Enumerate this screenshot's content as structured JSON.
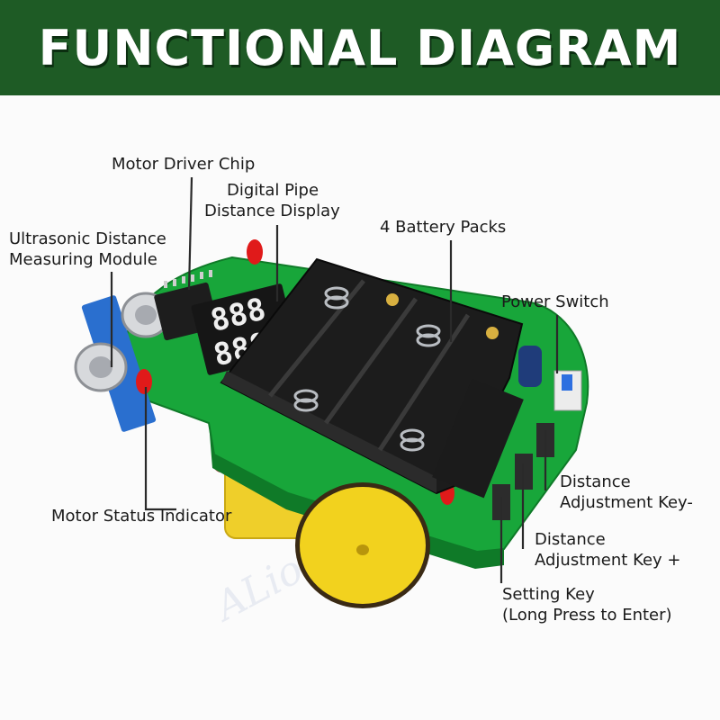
{
  "header": {
    "title": "FUNCTIONAL DIAGRAM"
  },
  "watermark": {
    "text": "ALio...tech store"
  },
  "labels": {
    "motor_driver_chip": "Motor Driver Chip",
    "digital_pipe_line1": "Digital Pipe",
    "digital_pipe_line2": "Distance Display",
    "ultrasonic_line1": "Ultrasonic Distance",
    "ultrasonic_line2": "Measuring Module",
    "battery_packs": "4 Battery Packs",
    "power_switch": "Power Switch",
    "motor_status": "Motor Status Indicator",
    "dist_minus_line1": "Distance",
    "dist_minus_line2": "Adjustment Key-",
    "dist_plus_line1": "Distance",
    "dist_plus_line2": "Adjustment Key +",
    "setting_line1": "Setting Key",
    "setting_line2": "(Long Press to Enter)"
  },
  "colors": {
    "banner": "#1e5b25",
    "pcb": "#1aa83c",
    "battery_holder": "#1c1c1c",
    "wheel": "#f2d21e",
    "led": "#e01a1a",
    "leader_line": "#2a2a2a"
  }
}
